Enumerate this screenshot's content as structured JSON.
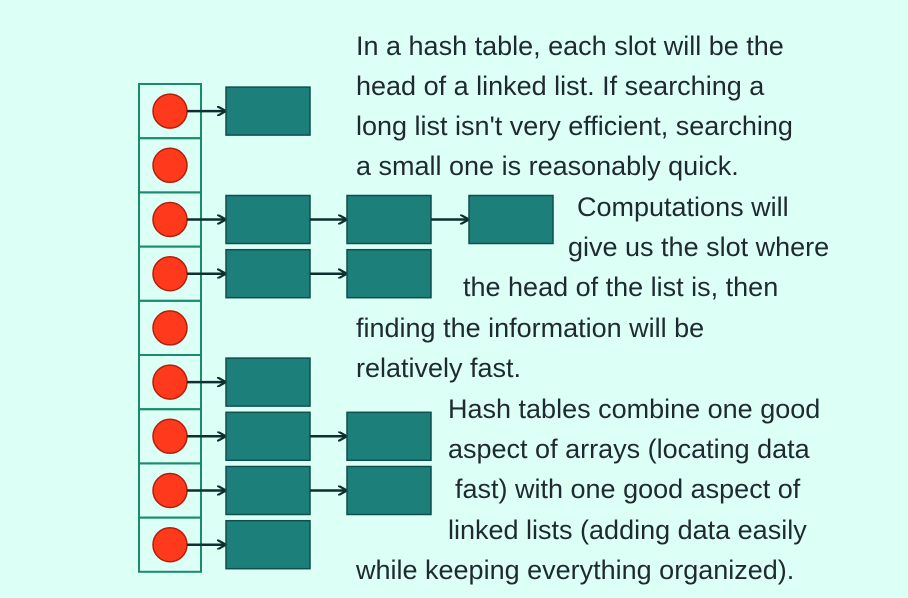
{
  "colors": {
    "background": "#dcfff6",
    "slot_border": "#1b8a6e",
    "head_fill": "#ff3a1c",
    "head_stroke": "#b31f0a",
    "node_fill": "#1c7f7a",
    "node_stroke": "#0f4f4c",
    "arrow": "#0d2f2e",
    "text": "#1f2a30"
  },
  "hash_table": {
    "slot_count": 9,
    "chain_lengths": [
      1,
      0,
      3,
      2,
      0,
      1,
      2,
      2,
      1
    ]
  },
  "text": {
    "paragraph1_lines": [
      "In a hash table, each slot will be the",
      "head of a linked list. If searching a",
      "long list isn't very efficient, searching",
      "a small one is reasonably quick."
    ],
    "paragraph2_lines": [
      "Computations will",
      "give us the slot where",
      "the head of the list is, then",
      "finding the information will be",
      "relatively fast."
    ],
    "paragraph3_lines": [
      "Hash tables combine one good",
      "aspect  of arrays (locating data",
      "fast) with one good aspect of",
      "linked lists (adding data easily",
      "while keeping everything organized)."
    ]
  }
}
